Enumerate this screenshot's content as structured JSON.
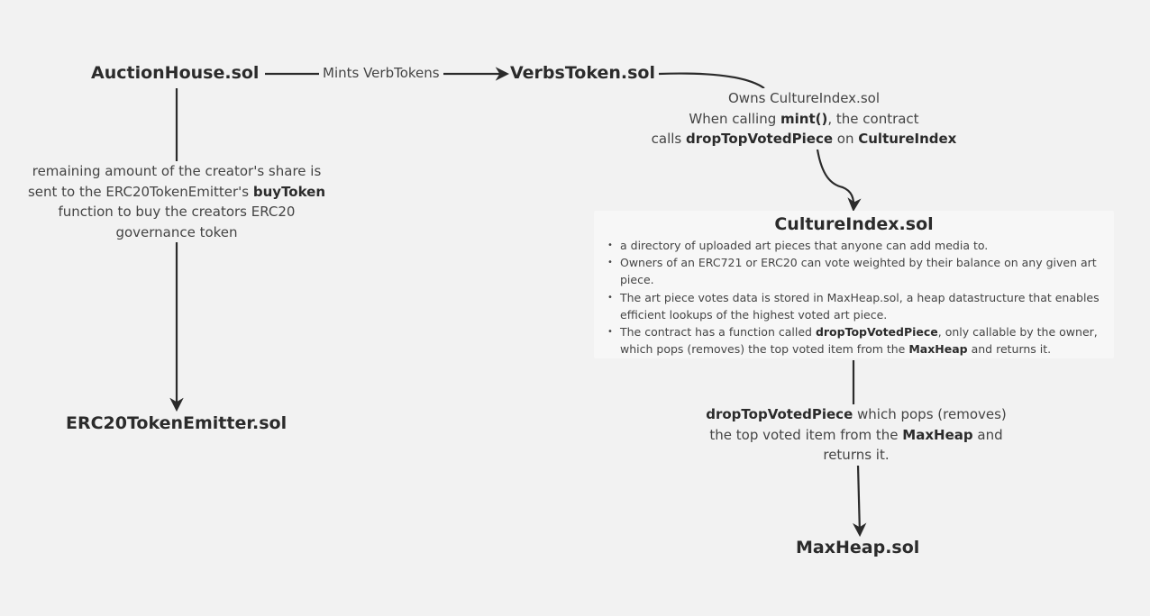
{
  "nodes": {
    "auction_house": "AuctionHouse.sol",
    "verbs_token": "VerbsToken.sol",
    "erc20_emitter": "ERC20TokenEmitter.sol",
    "culture_index": "CultureIndex.sol",
    "max_heap": "MaxHeap.sol"
  },
  "edges": {
    "auction_to_verbs": "Mints VerbTokens",
    "verbs_to_culture": {
      "line1": "Owns CultureIndex.sol",
      "line2_pre": "When calling ",
      "line2_bold": "mint()",
      "line2_post": ", the contract",
      "line3_pre": "calls ",
      "line3_bold1": "dropTopVotedPiece",
      "line3_mid": " on ",
      "line3_bold2": "CultureIndex"
    },
    "auction_to_emitter": {
      "line1": "remaining amount of the creator's share is",
      "line2_pre": "sent  to the ERC20TokenEmitter's ",
      "line2_bold": "buyToken",
      "line3": "function to buy the creators ERC20",
      "line4": "governance token"
    },
    "culture_to_heap": {
      "line1_bold": "dropTopVotedPiece",
      "line1_post": " which pops (removes)",
      "line2_pre": "the top voted item from the ",
      "line2_bold": "MaxHeap",
      "line2_post": " and",
      "line3": "returns it."
    }
  },
  "culture_index_card": {
    "bullet1": "a directory of uploaded art pieces that anyone can add media to.",
    "bullet2": "Owners of an ERC721 or ERC20 can vote weighted by their balance on any given art piece.",
    "bullet3": "The art piece votes data is stored in MaxHeap.sol, a heap datastructure that enables efficient lookups of the highest voted art piece.",
    "bullet4_pre": "The contract has a function called ",
    "bullet4_bold1": "dropTopVotedPiece",
    "bullet4_mid": ", only callable by the owner, which pops (removes) the top voted item from the ",
    "bullet4_bold2": "MaxHeap",
    "bullet4_post": " and returns it."
  },
  "colors": {
    "background": "#f2f2f2",
    "card": "#f7f7f7",
    "stroke": "#2b2b2b"
  }
}
